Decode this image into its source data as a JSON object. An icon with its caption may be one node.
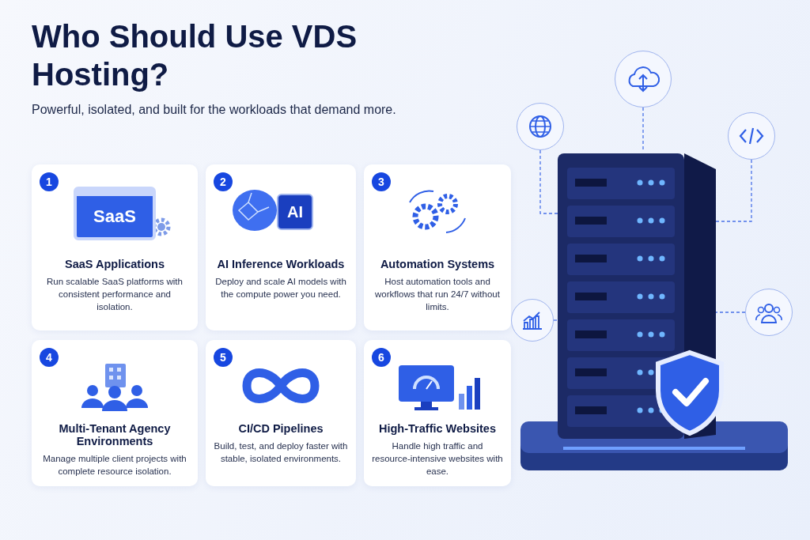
{
  "diagram": {
    "title": "Who Should Use VDS Hosting?",
    "caption": "Powerful, isolated, and built for the workloads that demand more.",
    "nodes": [
      {
        "text": [
          "1",
          "SaaS Applications",
          "Run scalable SaaS platforms with consistent performance and isolation."
        ]
      },
      {
        "text": [
          "2",
          "AI Inference Workloads",
          "Deploy and scale AI models with the compute power you need."
        ]
      },
      {
        "text": [
          "3",
          "Automation Systems",
          "Host automation tools and workflows that run 24/7 without limits."
        ]
      },
      {
        "text": [
          "4",
          "Multi-Tenant Agency Environments",
          "Manage multiple client projects with complete resource isolation."
        ]
      },
      {
        "text": [
          "5",
          "CI/CD Pipelines",
          "Build, test, and deploy faster with stable, isolated environments."
        ]
      },
      {
        "text": [
          "6",
          "High-Traffic Websites",
          "Handle high traffic and resource-intensive websites with ease."
        ]
      },
      {
        "text": [],
        "shape": "picture"
      },
      {
        "text": [],
        "shape": "circle"
      },
      {
        "text": [],
        "shape": "circle"
      },
      {
        "text": [],
        "shape": "circle"
      },
      {
        "text": [],
        "shape": "circle"
      },
      {
        "text": [],
        "shape": "circle"
      }
    ],
    "edges": [
      {
        "from": 7,
        "to": 6,
        "arrow": "none",
        "style": "dashed"
      },
      {
        "from": 8,
        "to": 6,
        "arrow": "none",
        "style": "dashed"
      },
      {
        "from": 9,
        "to": 6,
        "arrow": "none",
        "style": "dashed"
      },
      {
        "from": 10,
        "to": 6,
        "arrow": "none",
        "style": "dashed"
      },
      {
        "from": 11,
        "to": 6,
        "arrow": "none",
        "style": "dashed"
      }
    ],
    "labels": [
      "SaaS",
      "AI"
    ]
  }
}
